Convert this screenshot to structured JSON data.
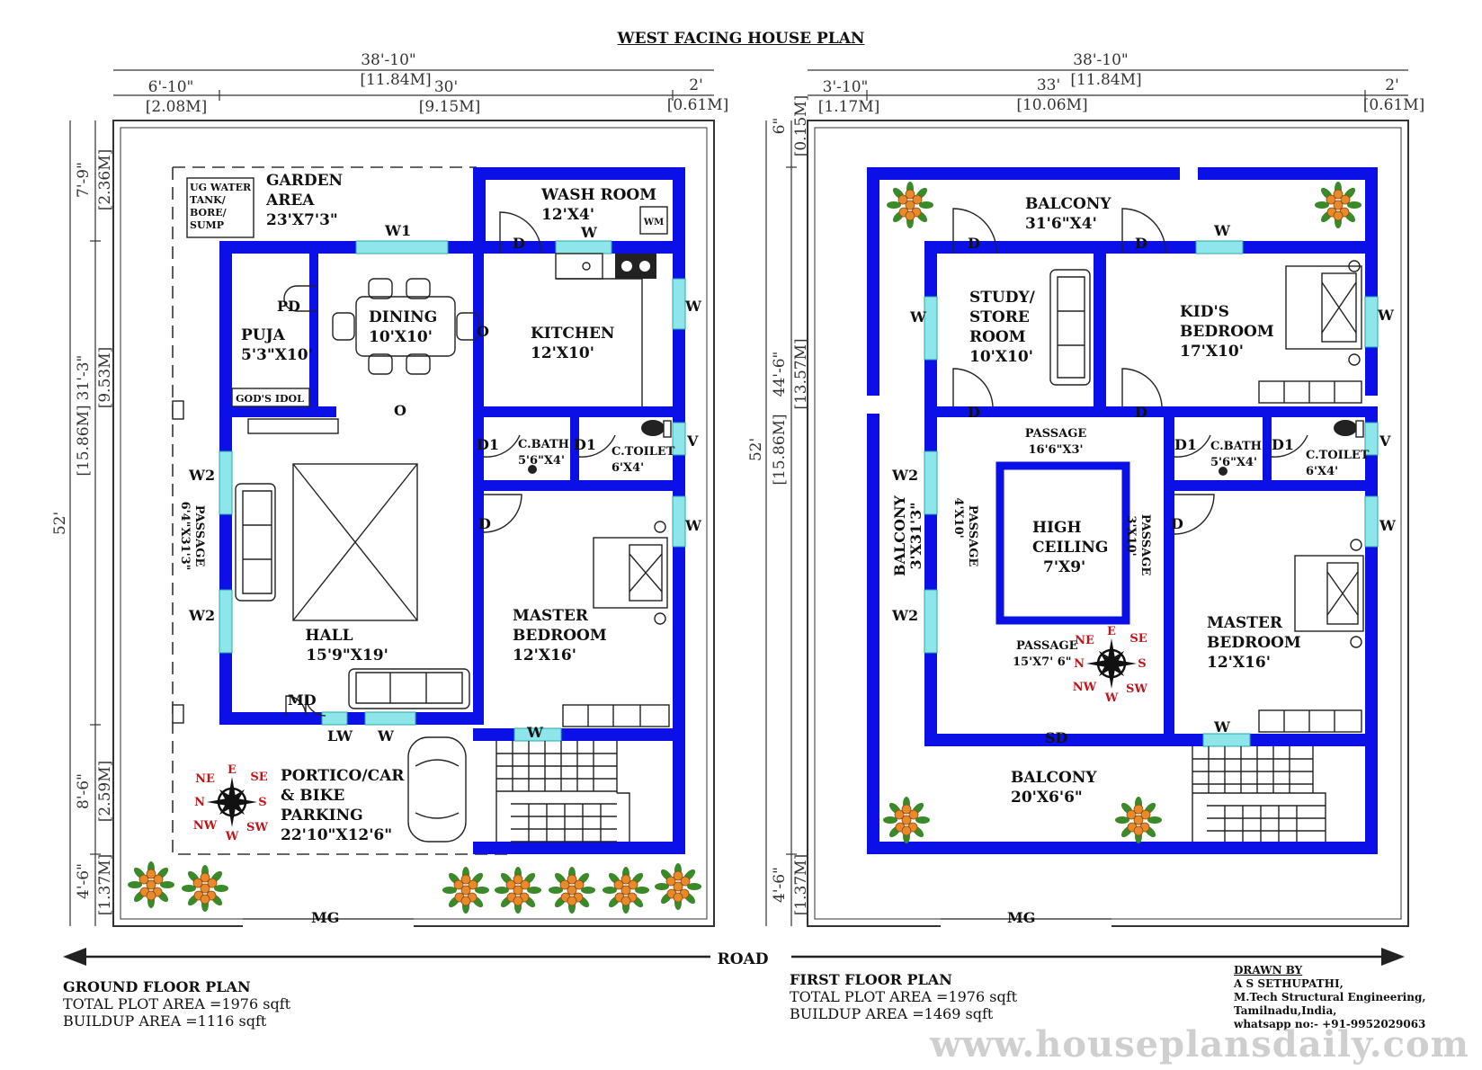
{
  "title": "WEST FACING HOUSE PLAN",
  "road_label": "ROAD",
  "watermark": "www.houseplansdaily.com",
  "credit": {
    "drawn_by": "DRAWN BY",
    "name": "A S SETHUPATHI,",
    "degree": "M.Tech Structural Engineering,",
    "location": "Tamilnadu,India,",
    "contact": "whatsapp no:- +91-9952029063"
  },
  "ground": {
    "caption": "GROUND FLOOR PLAN",
    "plot_area": "TOTAL PLOT AREA =1976 sqft",
    "buildup": "BUILDUP AREA =1116 sqft",
    "dims": {
      "total_w": "38'-10\"",
      "total_w_m": "[11.84M]",
      "seg1": "6'-10\"",
      "seg1_m": "[2.08M]",
      "seg2": "30'",
      "seg2_m": "[9.15M]",
      "seg3": "2'",
      "seg3_m": "[0.61M]",
      "total_h": "52'",
      "total_h_m": "[15.86M]",
      "v1": "7'-9\"",
      "v1_m": "[2.36M]",
      "v2": "31'-3\"",
      "v2_m": "[9.53M]",
      "v3": "8'-6\"",
      "v3_m": "[2.59M]",
      "v4": "4'-6\"",
      "v4_m": "[1.37M]"
    },
    "rooms": {
      "ug_water": [
        "UG WATER",
        "TANK/",
        "BORE/",
        "SUMP"
      ],
      "garden": [
        "GARDEN",
        "AREA",
        "23'X7'3\""
      ],
      "washroom": [
        "WASH ROOM",
        "12'X4'"
      ],
      "wm": "WM",
      "puja": [
        "PUJA",
        "5'3\"X10'"
      ],
      "gods_idol": "GOD'S IDOL",
      "dining": [
        "DINING",
        "10'X10'"
      ],
      "kitchen": [
        "KITCHEN",
        "12'X10'"
      ],
      "cbath": [
        "C.BATH",
        "5'6\"X4'"
      ],
      "ctoilet": [
        "C.TOILET",
        "6'X4'"
      ],
      "passage": [
        "PASSAGE",
        "6'4\"X31'3\""
      ],
      "hall": [
        "HALL",
        "15'9\"X19'"
      ],
      "master": [
        "MASTER",
        "BEDROOM",
        "12'X16'"
      ],
      "portico": [
        "PORTICO/CAR",
        "& BIKE",
        "PARKING",
        "22'10\"X12'6\""
      ]
    },
    "marks": {
      "w1": "W1",
      "w": "W",
      "d": "D",
      "o": "O",
      "pd": "PD",
      "d1": "D1",
      "v": "V",
      "w2": "W2",
      "md": "MD",
      "lw": "LW",
      "mg": "MG"
    }
  },
  "first": {
    "caption": "FIRST FLOOR PLAN",
    "plot_area": "TOTAL PLOT AREA =1976 sqft",
    "buildup": "BUILDUP AREA =1469 sqft",
    "dims": {
      "total_w": "38'-10\"",
      "total_w_m": "[11.84M]",
      "seg1": "3'-10\"",
      "seg1_m": "[1.17M]",
      "seg2": "33'",
      "seg2_m": "[10.06M]",
      "seg3": "2'",
      "seg3_m": "[0.61M]",
      "total_h": "52'",
      "total_h_m": "[15.86M]",
      "v1": "6\"",
      "v1_m": "[0.15M]",
      "v2": "44'-6\"",
      "v2_m": "[13.57M]",
      "v3": "4'-6\"",
      "v3_m": "[1.37M]"
    },
    "rooms": {
      "balcony_top": [
        "BALCONY",
        "31'6\"X4'"
      ],
      "study": [
        "STUDY/",
        "STORE",
        "ROOM",
        "10'X10'"
      ],
      "kids": [
        "KID'S",
        "BEDROOM",
        "17'X10'"
      ],
      "passage_top": [
        "PASSAGE",
        "16'6\"X3'"
      ],
      "cbath": [
        "C.BATH",
        "5'6\"X4'"
      ],
      "ctoilet": [
        "C.TOILET",
        "6'X4'"
      ],
      "balcony_left": [
        "BALCONY",
        "3'X31'3\""
      ],
      "passage_left": [
        "PASSAGE",
        "4'X10'"
      ],
      "high_ceiling": [
        "HIGH",
        "CEILING",
        "7'X9'"
      ],
      "passage_right": [
        "PASSAGE",
        "3'X10'"
      ],
      "passage_bottom": [
        "PASSAGE",
        "15'X7' 6\""
      ],
      "master": [
        "MASTER",
        "BEDROOM",
        "12'X16'"
      ],
      "balcony_bottom": [
        "BALCONY",
        "20'X6'6\""
      ]
    },
    "marks": {
      "w": "W",
      "d": "D",
      "d1": "D1",
      "v": "V",
      "w2": "W2",
      "sd": "SD",
      "mg": "MG"
    }
  },
  "compass": {
    "n": "N",
    "e": "E",
    "s": "S",
    "w": "W",
    "ne": "NE",
    "se": "SE",
    "nw": "NW",
    "sw": "SW"
  },
  "colors": {
    "wall": "#0a10e6",
    "window": "#8fe6ea",
    "compass": "#c0161b",
    "plant": "#e8892a",
    "leaf": "#3a8a2a"
  }
}
